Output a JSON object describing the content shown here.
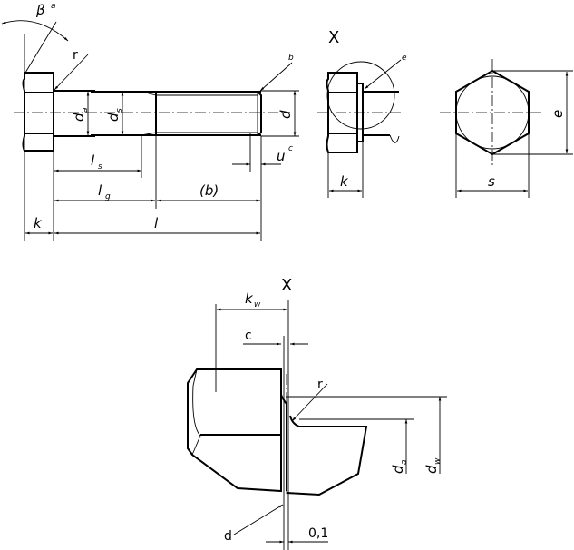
{
  "side_view": {
    "beta": "β",
    "beta_note": "a",
    "r": "r",
    "b_note": "b",
    "d_a": "d",
    "d_a_sub": "a",
    "d_s": "d",
    "d_s_sub": "s",
    "d": "d",
    "l_s": "l",
    "l_s_sub": "s",
    "u": "u",
    "u_note": "c",
    "l_g": "l",
    "l_g_sub": "g",
    "b_paren": "(b)",
    "k": "k",
    "l": "l"
  },
  "detail_view_ref": {
    "x": "X",
    "e_note": "e",
    "k": "k"
  },
  "end_view": {
    "e": "e",
    "s": "s"
  },
  "detail_x": {
    "title": "X",
    "k_w": "k",
    "k_w_sub": "w",
    "c": "c",
    "r": "r",
    "d_a": "d",
    "d_a_sub": "a",
    "d_w": "d",
    "d_w_sub": "w",
    "d_note": "d",
    "gap": "0,1"
  }
}
